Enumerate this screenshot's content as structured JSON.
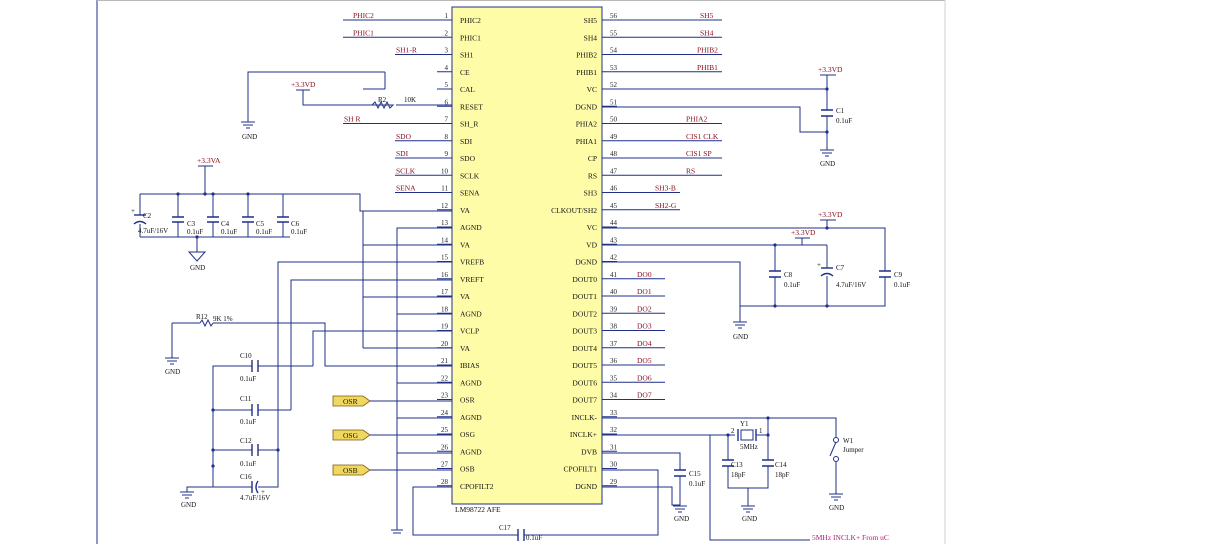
{
  "chip": {
    "name": "LM98722 AFE",
    "left_pins": [
      {
        "num": "1",
        "name": "PHIC2"
      },
      {
        "num": "2",
        "name": "PHIC1"
      },
      {
        "num": "3",
        "name": "SH1"
      },
      {
        "num": "4",
        "name": "CE"
      },
      {
        "num": "5",
        "name": "CAL"
      },
      {
        "num": "6",
        "name": "RESET"
      },
      {
        "num": "7",
        "name": "SH_R"
      },
      {
        "num": "8",
        "name": "SDI"
      },
      {
        "num": "9",
        "name": "SDO"
      },
      {
        "num": "10",
        "name": "SCLK"
      },
      {
        "num": "11",
        "name": "SENA"
      },
      {
        "num": "12",
        "name": "VA"
      },
      {
        "num": "13",
        "name": "AGND"
      },
      {
        "num": "14",
        "name": "VA"
      },
      {
        "num": "15",
        "name": "VREFB"
      },
      {
        "num": "16",
        "name": "VREFT"
      },
      {
        "num": "17",
        "name": "VA"
      },
      {
        "num": "18",
        "name": "AGND"
      },
      {
        "num": "19",
        "name": "VCLP"
      },
      {
        "num": "20",
        "name": "VA"
      },
      {
        "num": "21",
        "name": "IBIAS"
      },
      {
        "num": "22",
        "name": "AGND"
      },
      {
        "num": "23",
        "name": "OSR"
      },
      {
        "num": "24",
        "name": "AGND"
      },
      {
        "num": "25",
        "name": "OSG"
      },
      {
        "num": "26",
        "name": "AGND"
      },
      {
        "num": "27",
        "name": "OSB"
      },
      {
        "num": "28",
        "name": "CPOFILT2"
      }
    ],
    "right_pins": [
      {
        "num": "56",
        "name": "SH5"
      },
      {
        "num": "55",
        "name": "SH4"
      },
      {
        "num": "54",
        "name": "PHIB2"
      },
      {
        "num": "53",
        "name": "PHIB1"
      },
      {
        "num": "52",
        "name": "VC"
      },
      {
        "num": "51",
        "name": "DGND"
      },
      {
        "num": "50",
        "name": "PHIA2"
      },
      {
        "num": "49",
        "name": "PHIA1"
      },
      {
        "num": "48",
        "name": "CP"
      },
      {
        "num": "47",
        "name": "RS"
      },
      {
        "num": "46",
        "name": "SH3"
      },
      {
        "num": "45",
        "name": "CLKOUT/SH2"
      },
      {
        "num": "44",
        "name": "VC"
      },
      {
        "num": "43",
        "name": "VD"
      },
      {
        "num": "42",
        "name": "DGND"
      },
      {
        "num": "41",
        "name": "DOUT0"
      },
      {
        "num": "40",
        "name": "DOUT1"
      },
      {
        "num": "39",
        "name": "DOUT2"
      },
      {
        "num": "38",
        "name": "DOUT3"
      },
      {
        "num": "37",
        "name": "DOUT4"
      },
      {
        "num": "36",
        "name": "DOUT5"
      },
      {
        "num": "35",
        "name": "DOUT6"
      },
      {
        "num": "34",
        "name": "DOUT7"
      },
      {
        "num": "33",
        "name": "INCLK-"
      },
      {
        "num": "32",
        "name": "INCLK+"
      },
      {
        "num": "31",
        "name": "DVB"
      },
      {
        "num": "30",
        "name": "CPOFILT1"
      },
      {
        "num": "29",
        "name": "DGND"
      }
    ]
  },
  "left_nets": [
    {
      "pin": "1",
      "label": "PHIC2"
    },
    {
      "pin": "2",
      "label": "PHIC1"
    },
    {
      "pin": "3",
      "label": "SH1-R"
    },
    {
      "pin": "7",
      "label": "SH R"
    },
    {
      "pin": "8",
      "label": "SDO"
    },
    {
      "pin": "9",
      "label": "SDI"
    },
    {
      "pin": "10",
      "label": "SCLK"
    },
    {
      "pin": "11",
      "label": "SENA"
    }
  ],
  "right_nets": [
    {
      "pin": "56",
      "label": "SH5"
    },
    {
      "pin": "55",
      "label": "SH4"
    },
    {
      "pin": "54",
      "label": "PHIB2"
    },
    {
      "pin": "53",
      "label": "PHIB1"
    },
    {
      "pin": "50",
      "label": "PHIA2"
    },
    {
      "pin": "49",
      "label": "CIS1 CLK"
    },
    {
      "pin": "48",
      "label": "CIS1 SP"
    },
    {
      "pin": "47",
      "label": "RS"
    },
    {
      "pin": "46",
      "label": "SH3-B"
    },
    {
      "pin": "45",
      "label": "SH2-G"
    },
    {
      "pin": "41",
      "label": "DO0"
    },
    {
      "pin": "40",
      "label": "DO1"
    },
    {
      "pin": "39",
      "label": "DO2"
    },
    {
      "pin": "38",
      "label": "DO3"
    },
    {
      "pin": "37",
      "label": "DO4"
    },
    {
      "pin": "36",
      "label": "DO5"
    },
    {
      "pin": "35",
      "label": "DO6"
    },
    {
      "pin": "34",
      "label": "DO7"
    }
  ],
  "ports": {
    "osr": "OSR",
    "osg": "OSG",
    "osb": "OSB"
  },
  "power": {
    "v33": "+3.3VD",
    "v33a": "+3.3VA",
    "gnd": "GND"
  },
  "components": {
    "r2_ref": "R2",
    "r2_val": "10K",
    "r12_ref": "R12",
    "r12_val": "9K 1%",
    "c1_ref": "C1",
    "c1_val": "0.1uF",
    "c2_ref": "C2",
    "c2_val": "4.7uF/16V",
    "c3_ref": "C3",
    "c3_val": "0.1uF",
    "c4_ref": "C4",
    "c4_val": "0.1uF",
    "c5_ref": "C5",
    "c5_val": "0.1uF",
    "c6_ref": "C6",
    "c6_val": "0.1uF",
    "c7_ref": "C7",
    "c7_val": "4.7uF/16V",
    "c8_ref": "C8",
    "c8_val": "0.1uF",
    "c9_ref": "C9",
    "c9_val": "0.1uF",
    "c10_ref": "C10",
    "c10_val": "0.1uF",
    "c11_ref": "C11",
    "c11_val": "0.1uF",
    "c12_ref": "C12",
    "c12_val": "0.1uF",
    "c13_ref": "C13",
    "c13_val": "18pF",
    "c14_ref": "C14",
    "c14_val": "18pF",
    "c15_ref": "C15",
    "c15_val": "0.1uF",
    "c16_ref": "C16",
    "c16_val": "4.7uF/16V",
    "c17_ref": "C17",
    "c17_val": "0.1uF",
    "y1_ref": "Y1",
    "y1_val": "5MHz",
    "y1_p1": "1",
    "y1_p2": "2",
    "w1_ref": "W1",
    "w1_val": "Jumper"
  },
  "note": "5MHz INCLK+ From uC"
}
